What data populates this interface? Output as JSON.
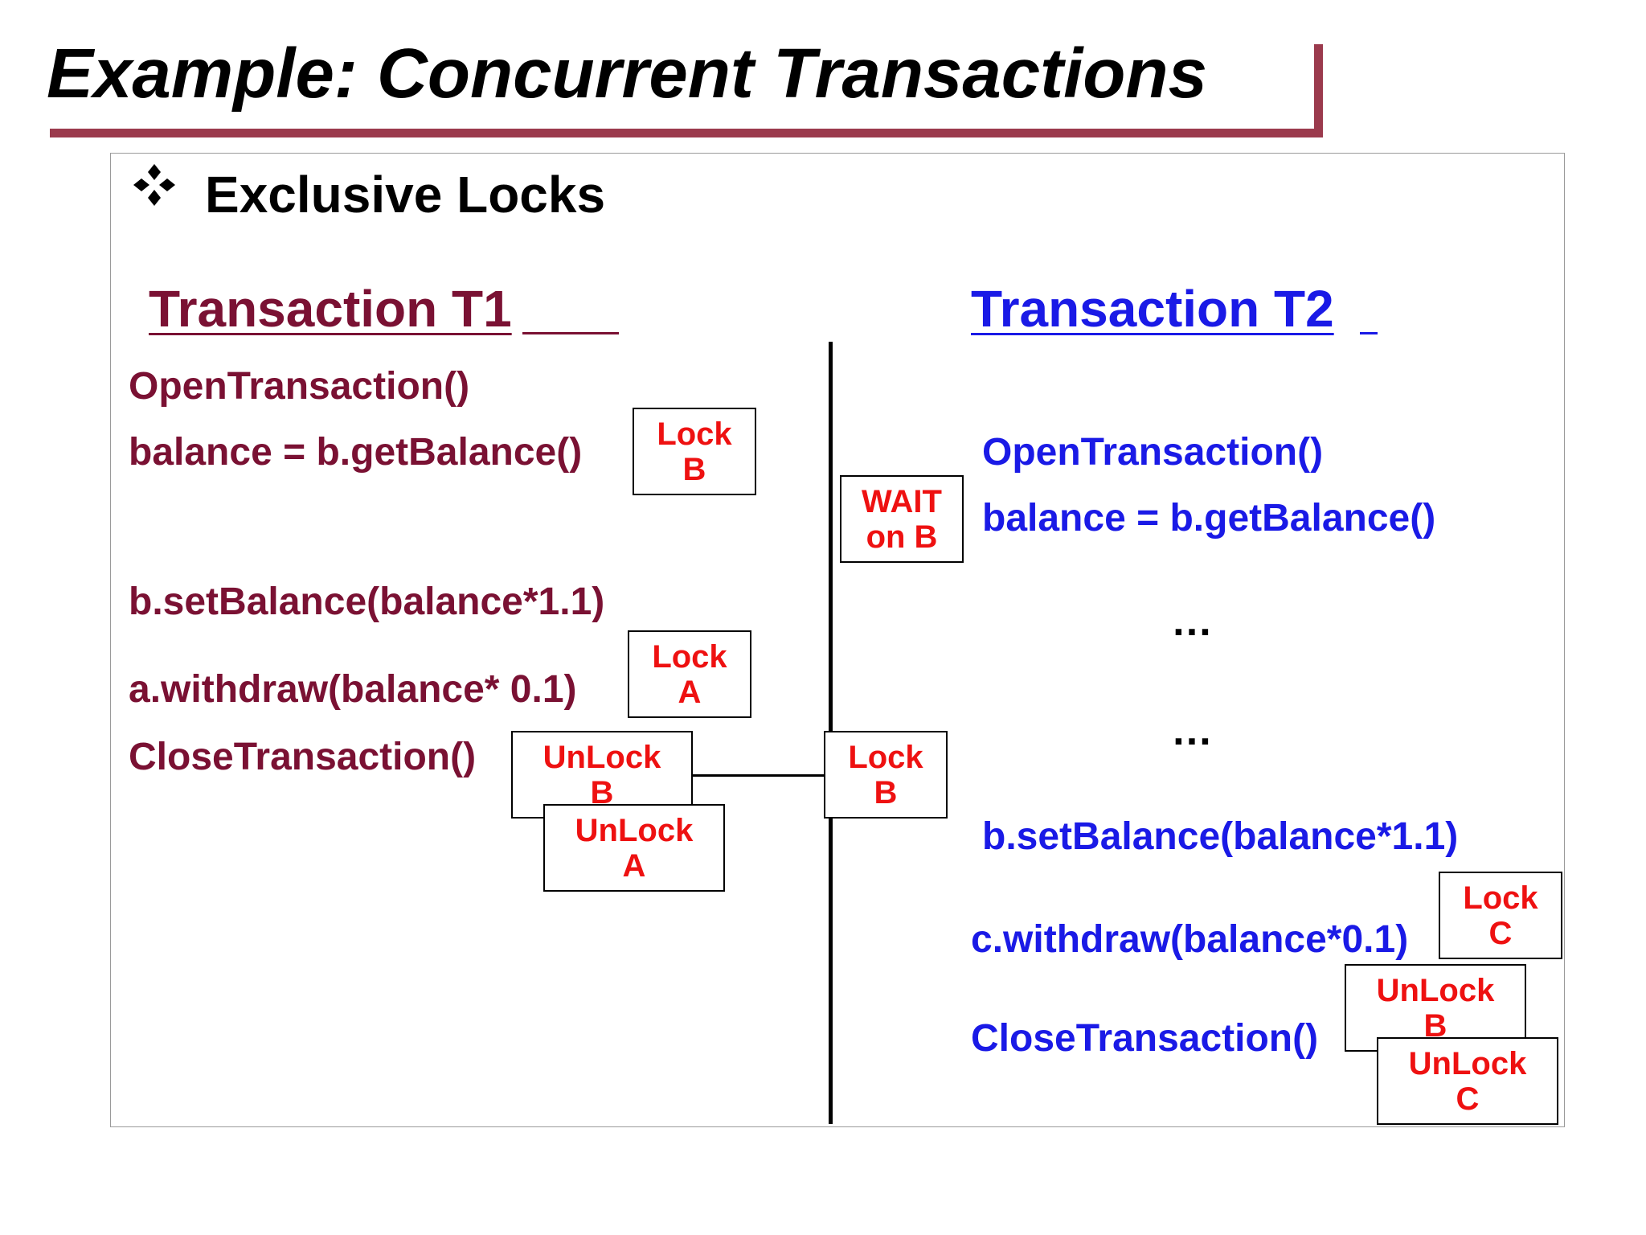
{
  "title": "Example: Concurrent Transactions",
  "section": {
    "heading": "Exclusive Locks",
    "bullet_icon": "diamond-bullet-icon"
  },
  "t1": {
    "heading": "Transaction T1",
    "lines": [
      "OpenTransaction()",
      "balance = b.getBalance()",
      "b.setBalance(balance*1.1)",
      "a.withdraw(balance* 0.1)",
      "CloseTransaction()"
    ],
    "boxes": {
      "lock_b": [
        "Lock",
        "B"
      ],
      "lock_a": [
        "Lock",
        "A"
      ],
      "unlock_b": [
        "UnLock",
        "B"
      ],
      "unlock_a": [
        "UnLock",
        "A"
      ]
    }
  },
  "middle": {
    "wait_b": [
      "WAIT",
      "on B"
    ],
    "lock_b": [
      "Lock",
      "B"
    ]
  },
  "t2": {
    "heading": "Transaction T2",
    "lines": [
      "OpenTransaction()",
      "balance = b.getBalance()",
      "…",
      "…",
      "b.setBalance(balance*1.1)",
      "c.withdraw(balance*0.1)",
      "CloseTransaction()"
    ],
    "boxes": {
      "lock_c": [
        "Lock",
        "C"
      ],
      "unlock_b": [
        "UnLock",
        "B"
      ],
      "unlock_c": [
        "UnLock",
        "C"
      ]
    }
  },
  "colors": {
    "title_bar": "#9b3a4d",
    "t1_text": "#7a1133",
    "t2_text": "#1a1ae6",
    "lock_text": "#ee1111"
  }
}
